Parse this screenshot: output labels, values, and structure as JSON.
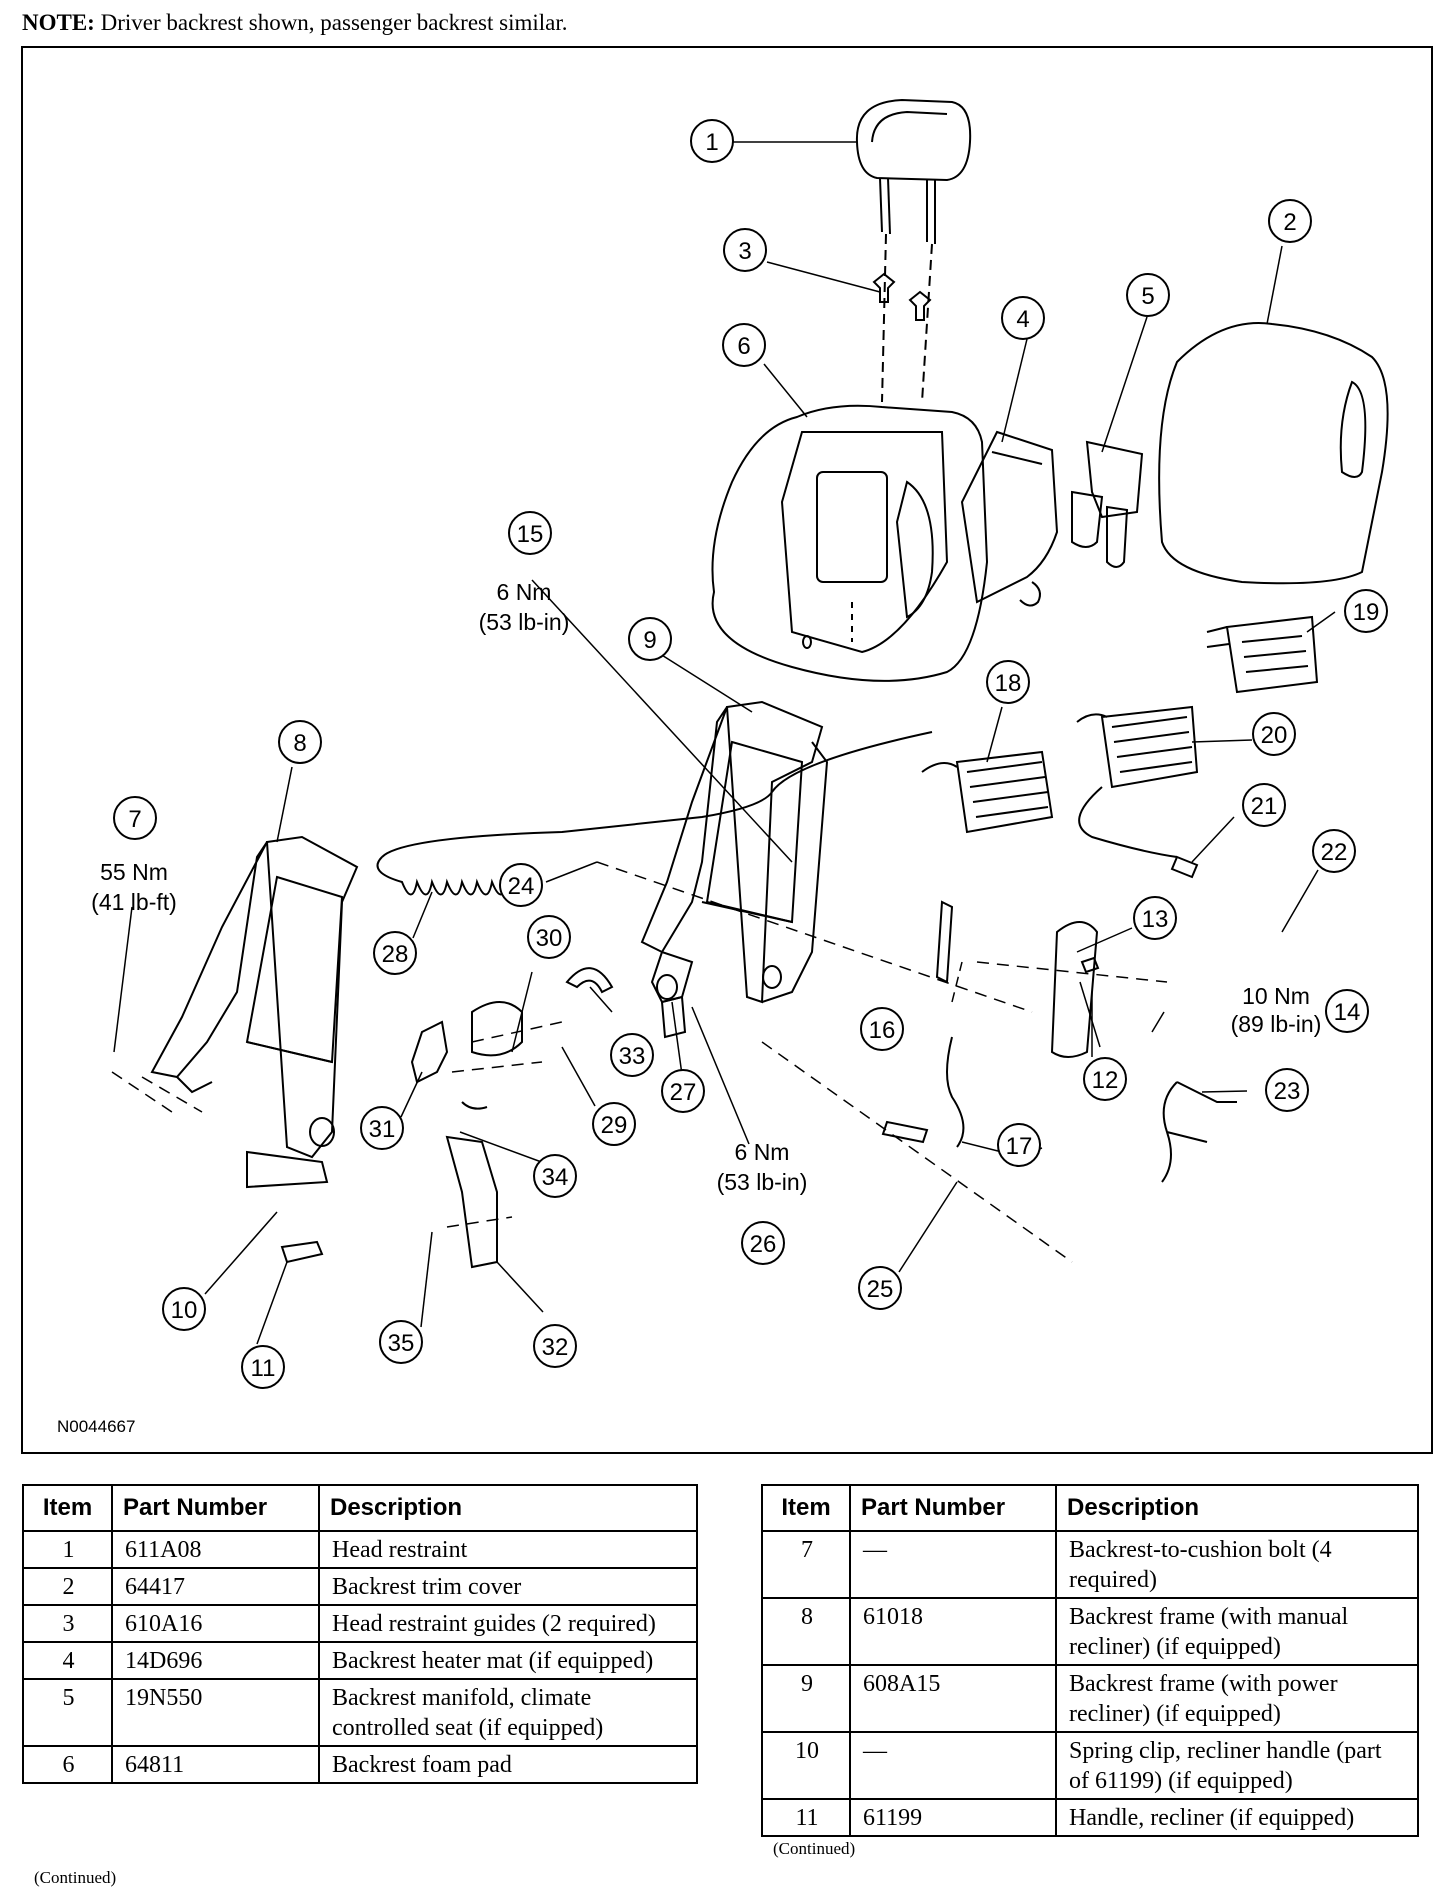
{
  "note": {
    "label": "NOTE:",
    "text": " Driver backrest shown, passenger backrest similar."
  },
  "figure_id": "N0044667",
  "callouts": [
    "1",
    "2",
    "3",
    "4",
    "5",
    "6",
    "7",
    "8",
    "9",
    "10",
    "11",
    "12",
    "13",
    "14",
    "15",
    "16",
    "17",
    "18",
    "19",
    "20",
    "21",
    "22",
    "23",
    "24",
    "25",
    "26",
    "27",
    "28",
    "29",
    "30",
    "31",
    "32",
    "33",
    "34",
    "35"
  ],
  "torques": {
    "t15": {
      "line1": "6 Nm",
      "line2": "(53 lb-in)"
    },
    "t7": {
      "line1": "55 Nm",
      "line2": "(41 lb-ft)"
    },
    "t26": {
      "line1": "6 Nm",
      "line2": "(53 lb-in)"
    },
    "t14": {
      "line1": "10 Nm",
      "line2": "(89 lb-in)"
    }
  },
  "table_headers": {
    "item": "Item",
    "part": "Part Number",
    "desc": "Description"
  },
  "left_table": [
    {
      "item": "1",
      "part": "611A08",
      "desc": "Head restraint"
    },
    {
      "item": "2",
      "part": "64417",
      "desc": "Backrest trim cover"
    },
    {
      "item": "3",
      "part": "610A16",
      "desc": "Head restraint guides (2 required)"
    },
    {
      "item": "4",
      "part": "14D696",
      "desc": "Backrest heater mat (if equipped)"
    },
    {
      "item": "5",
      "part": "19N550",
      "desc": "Backrest manifold, climate controlled seat (if equipped)"
    },
    {
      "item": "6",
      "part": "64811",
      "desc": "Backrest foam pad"
    }
  ],
  "right_table": [
    {
      "item": "7",
      "part": "—",
      "desc": "Backrest-to-cushion bolt (4 required)"
    },
    {
      "item": "8",
      "part": "61018",
      "desc": "Backrest frame (with manual recliner) (if equipped)"
    },
    {
      "item": "9",
      "part": "608A15",
      "desc": "Backrest frame (with power recliner) (if equipped)"
    },
    {
      "item": "10",
      "part": "—",
      "desc": "Spring clip, recliner handle (part of 61199) (if equipped)"
    },
    {
      "item": "11",
      "part": "61199",
      "desc": "Handle, recliner (if equipped)"
    }
  ],
  "continued_left": "(Continued)",
  "continued_right": "(Continued)"
}
